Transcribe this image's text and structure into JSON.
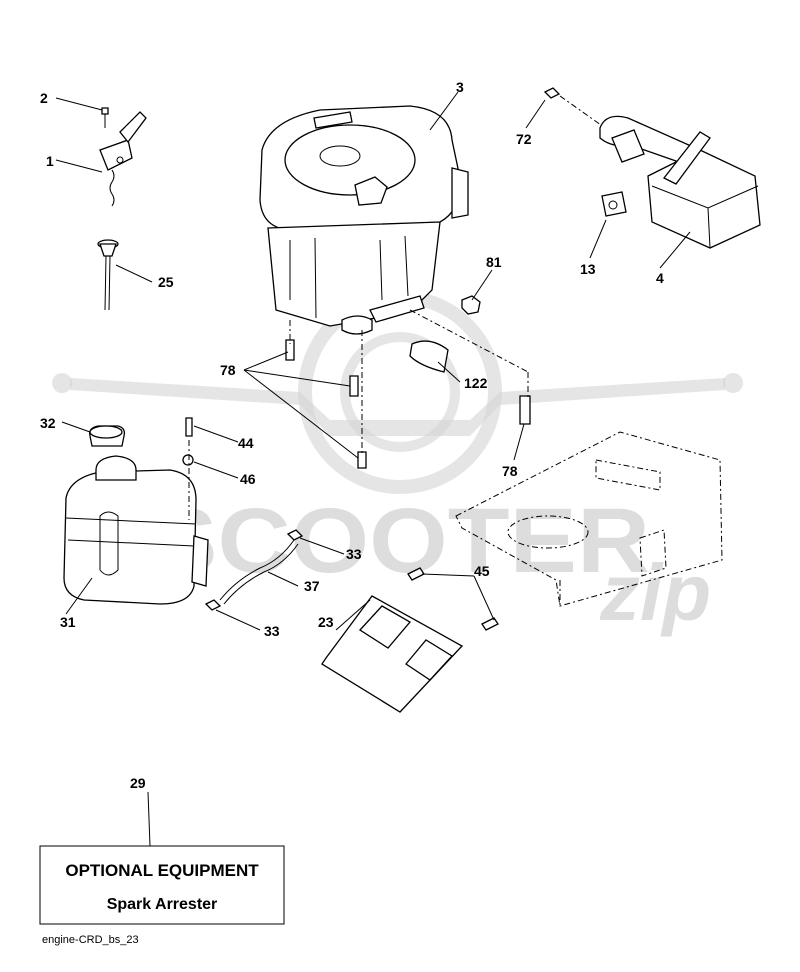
{
  "callouts": {
    "c2": "2",
    "c1": "1",
    "c25": "25",
    "c3": "3",
    "c72": "72",
    "c13": "13",
    "c4": "4",
    "c81": "81",
    "c78a": "78",
    "c122": "122",
    "c78b": "78",
    "c32": "32",
    "c44": "44",
    "c46": "46",
    "c31": "31",
    "c33a": "33",
    "c37": "37",
    "c33b": "33",
    "c45": "45",
    "c23": "23",
    "c29": "29"
  },
  "box": {
    "title": "OPTIONAL EQUIPMENT",
    "subtitle": "Spark Arrester"
  },
  "footer": {
    "code": "engine-CRD_bs_23"
  },
  "watermark": {
    "brand": "SCOOTER",
    "script": "zip"
  },
  "colors": {
    "ink": "#000000",
    "watermark": "#cfcfcf",
    "background": "#ffffff"
  }
}
